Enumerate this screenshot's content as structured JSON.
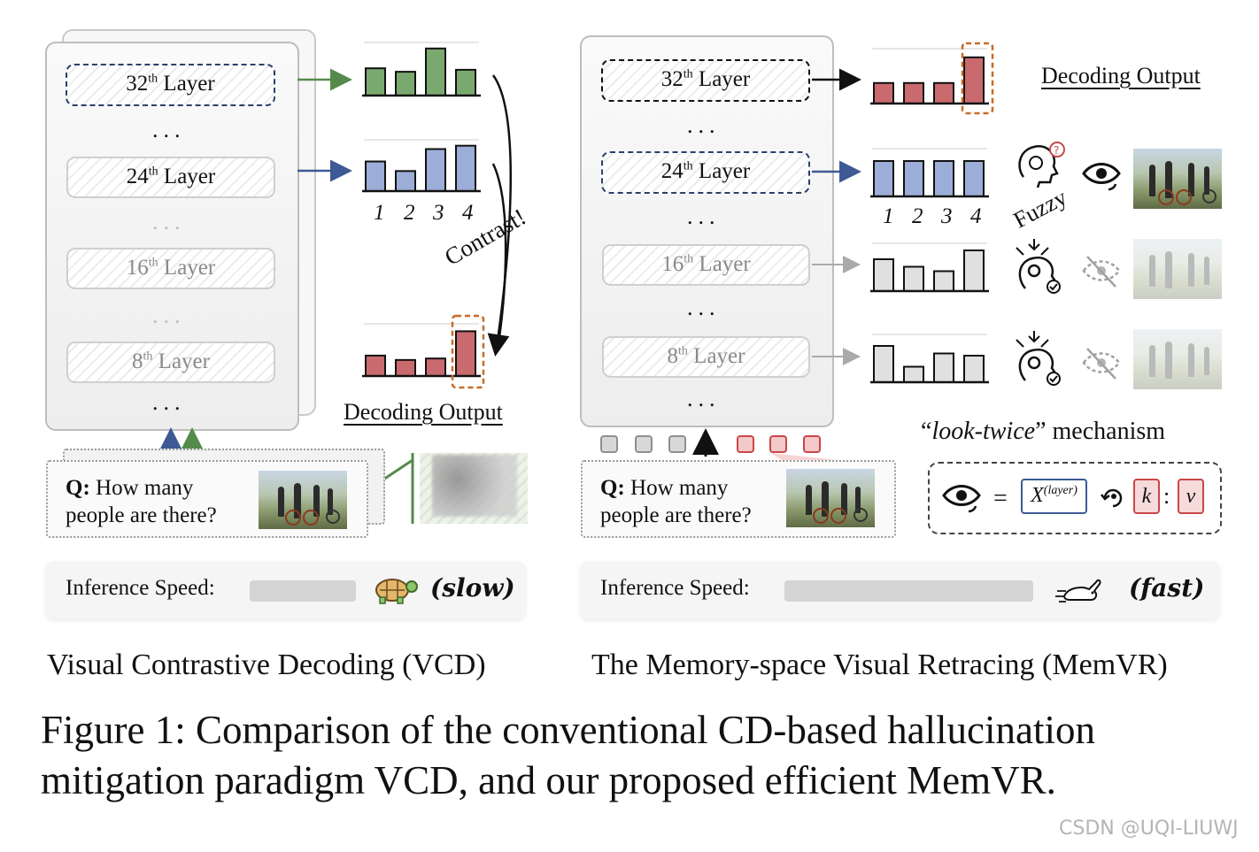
{
  "vcd": {
    "layers": [
      {
        "num": "32",
        "sup": "th",
        "word": "Layer"
      },
      {
        "num": "24",
        "sup": "th",
        "word": "Layer"
      },
      {
        "num": "16",
        "sup": "th",
        "word": "Layer"
      },
      {
        "num": "8",
        "sup": "th",
        "word": "Layer"
      }
    ],
    "dots": "...",
    "axis_labels": [
      "1",
      "2",
      "3",
      "4"
    ],
    "contrast_label": "Contrast!",
    "decoding_output": "Decoding Output",
    "question_prefix": "Q:",
    "question_line1": " How many",
    "question_line2": "people are there?",
    "speed_label": "Inference Speed:",
    "speed_word": "(slow)",
    "speed_fraction": 0.35,
    "caption": "Visual Contrastive Decoding (VCD)",
    "colors": {
      "green": "#548b4a",
      "blue": "#3d5a94",
      "red": "#c9474a",
      "orange": "#c96a26"
    }
  },
  "memvr": {
    "layers": [
      {
        "num": "32",
        "sup": "th",
        "word": "Layer"
      },
      {
        "num": "24",
        "sup": "th",
        "word": "Layer"
      },
      {
        "num": "16",
        "sup": "th",
        "word": "Layer"
      },
      {
        "num": "8",
        "sup": "th",
        "word": "Layer"
      }
    ],
    "dots": "...",
    "axis_labels": [
      "1",
      "2",
      "3",
      "4"
    ],
    "decoding_output": "Decoding Output",
    "fuzzy_label": "Fuzzy",
    "mechanism_quote_open": "“",
    "mechanism_quote_text": "look-twice",
    "mechanism_quote_close": "”",
    "mechanism_word": " mechanism",
    "formula": {
      "equals": "=",
      "x": "X",
      "x_sup": "(layer)",
      "k": "k",
      "colon": ":",
      "v": "v"
    },
    "question_prefix": "Q:",
    "question_line1": " How many",
    "question_line2": "people are there?",
    "speed_label": "Inference Speed:",
    "speed_word": "(fast)",
    "speed_fraction": 0.95,
    "caption": "The Memory-space Visual Retracing (MemVR)"
  },
  "chart_data": [
    {
      "type": "bar",
      "name": "vcd-32th-layer",
      "categories": [
        "1",
        "2",
        "3",
        "4"
      ],
      "values": [
        0.55,
        0.48,
        0.95,
        0.52
      ],
      "color": "#7aa96f"
    },
    {
      "type": "bar",
      "name": "vcd-24th-layer",
      "categories": [
        "1",
        "2",
        "3",
        "4"
      ],
      "values": [
        0.62,
        0.42,
        0.88,
        0.95
      ],
      "color": "#9cadd8"
    },
    {
      "type": "bar",
      "name": "vcd-output",
      "categories": [
        "1",
        "2",
        "3",
        "4"
      ],
      "values": [
        0.42,
        0.33,
        0.36,
        0.92
      ],
      "color": "#c96a6e"
    },
    {
      "type": "bar",
      "name": "memvr-32th-layer",
      "categories": [
        "1",
        "2",
        "3",
        "4"
      ],
      "values": [
        0.4,
        0.4,
        0.4,
        0.9
      ],
      "color": "#c96a6e"
    },
    {
      "type": "bar",
      "name": "memvr-24th-layer",
      "categories": [
        "1",
        "2",
        "3",
        "4"
      ],
      "values": [
        0.8,
        0.8,
        0.8,
        0.8
      ],
      "color": "#9cadd8"
    },
    {
      "type": "bar",
      "name": "memvr-16th-layer",
      "categories": [
        "1",
        "2",
        "3",
        "4"
      ],
      "values": [
        0.72,
        0.55,
        0.45,
        0.92
      ],
      "color": "#e0e0e0"
    },
    {
      "type": "bar",
      "name": "memvr-8th-layer",
      "categories": [
        "1",
        "2",
        "3",
        "4"
      ],
      "values": [
        0.82,
        0.35,
        0.65,
        0.6
      ],
      "color": "#e0e0e0"
    }
  ],
  "figure_caption_line1": "Figure 1: Comparison of the conventional CD-based hallucination",
  "figure_caption_line2": "mitigation paradigm VCD, and our proposed efficient MemVR.",
  "watermark": "CSDN @UQI-LIUWJ",
  "icons": [
    "turtle-icon",
    "rabbit-icon",
    "eye-icon",
    "eye-crossed-icon",
    "head-question-icon",
    "head-gear-icon",
    "retrace-icon",
    "arrow-icon"
  ]
}
